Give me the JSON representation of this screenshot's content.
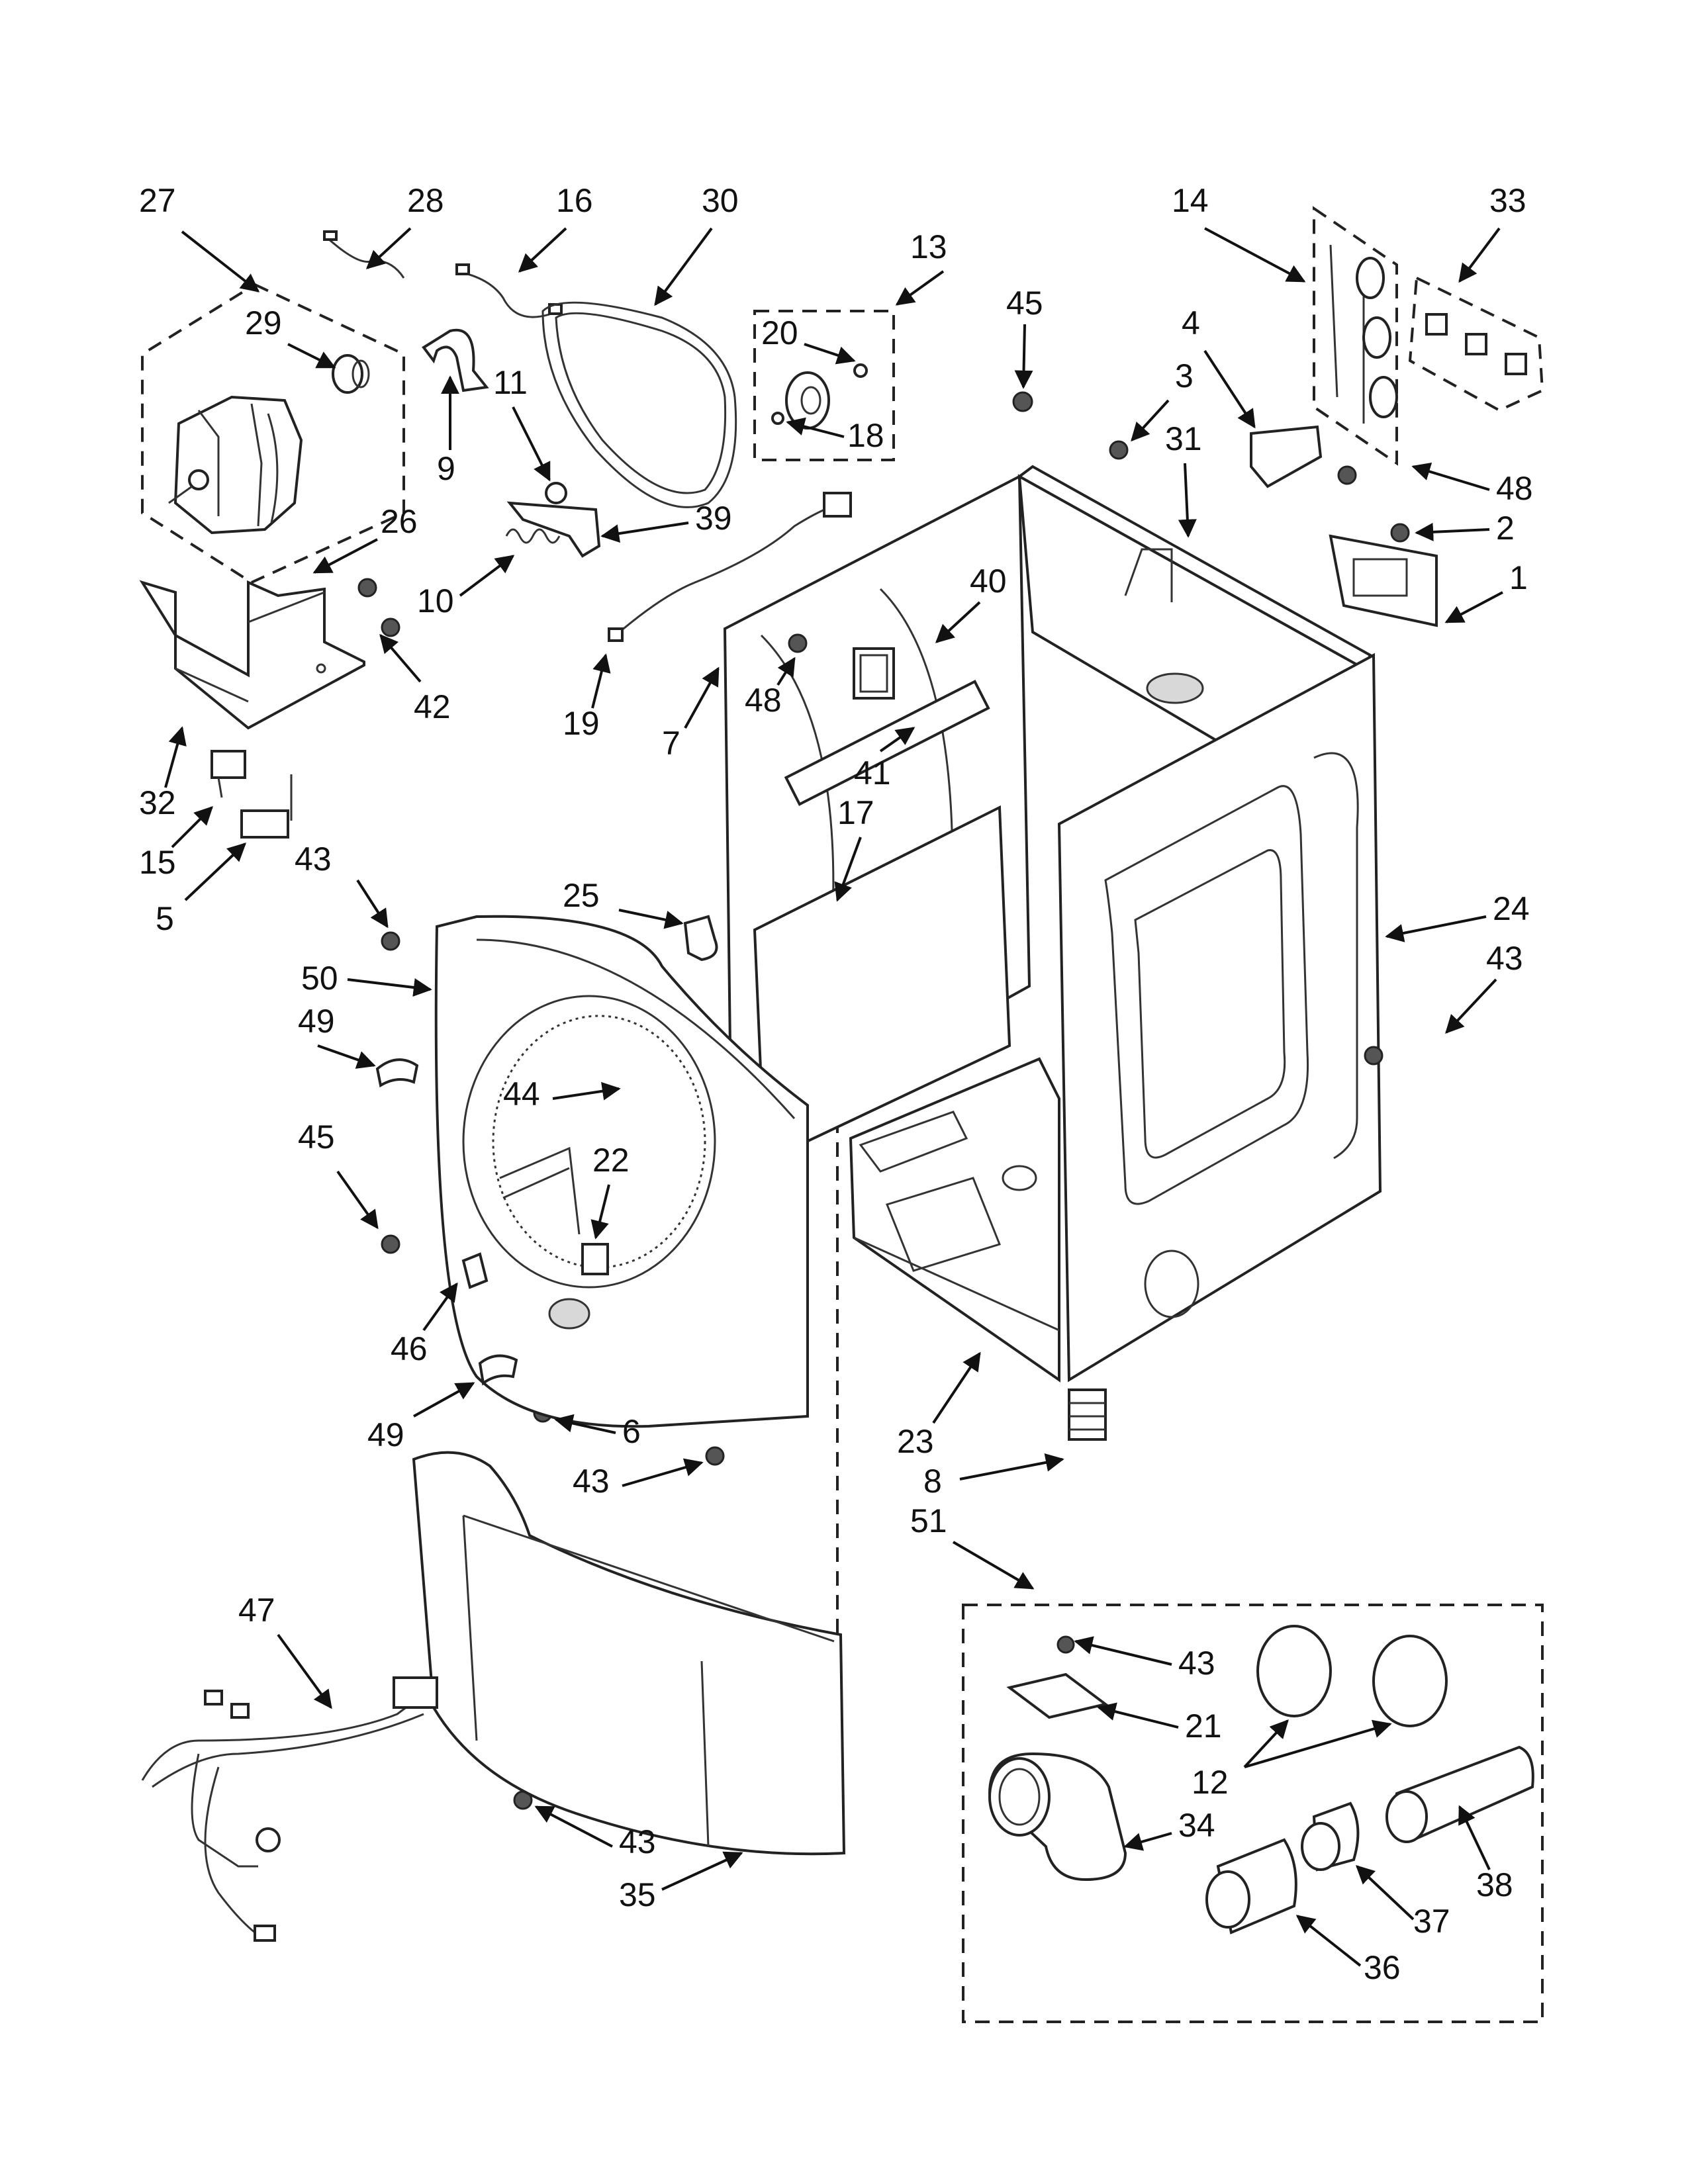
{
  "callouts": [
    "1",
    "2",
    "3",
    "4",
    "5",
    "6",
    "7",
    "8",
    "9",
    "10",
    "11",
    "12",
    "13",
    "14",
    "15",
    "16",
    "17",
    "18",
    "19",
    "20",
    "21",
    "22",
    "23",
    "24",
    "25",
    "26",
    "27",
    "28",
    "29",
    "30",
    "31",
    "32",
    "33",
    "34",
    "35",
    "36",
    "37",
    "38",
    "39",
    "40",
    "41",
    "42",
    "43",
    "44",
    "45",
    "46",
    "47",
    "48",
    "49",
    "50",
    "51"
  ]
}
